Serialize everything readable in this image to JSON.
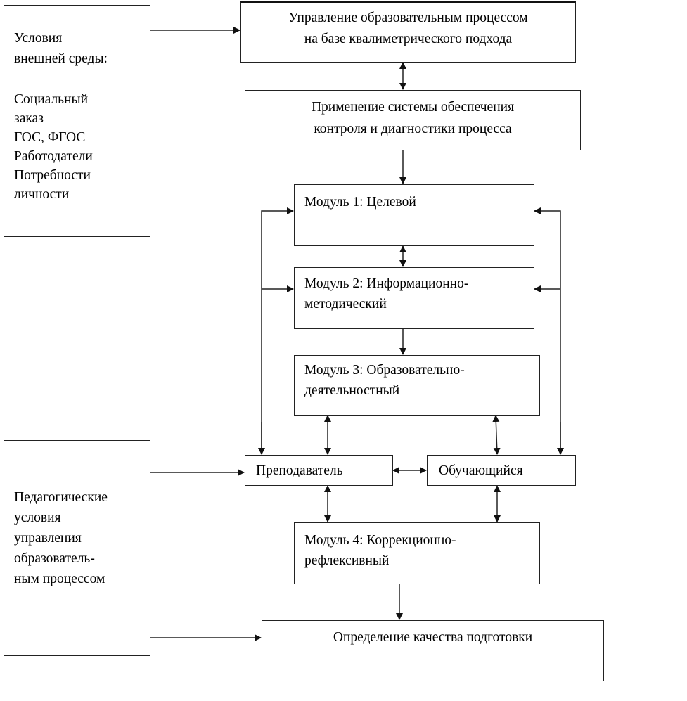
{
  "diagram": {
    "external_conditions": {
      "title": "Условия\nвнешней среды:",
      "items": [
        "Социальный",
        "заказ",
        "ГОС, ФГОС",
        "Работодатели",
        "Потребности",
        "личности"
      ]
    },
    "management": "Управление образовательным процессом\nна базе квалиметрического  подхода",
    "control_system": "Применение системы обеспечения\nконтроля и диагностики процесса",
    "module_1": "Модуль  1: Целевой",
    "module_2": "Модуль  2: Информационно-\nметодический",
    "module_3": "Модуль  3: Образовательно-\nдеятельностный",
    "teacher": "Преподаватель",
    "student": "Обучающийся",
    "module_4": "Модуль  4: Коррекционно-\nрефлексивный",
    "pedagogical_conditions": "Педагогические\nусловия\nуправления\nобразователь-\nным процессом",
    "quality": "Определение качества подготовки",
    "colors": {
      "line": "#222222",
      "background": "#ffffff"
    }
  }
}
